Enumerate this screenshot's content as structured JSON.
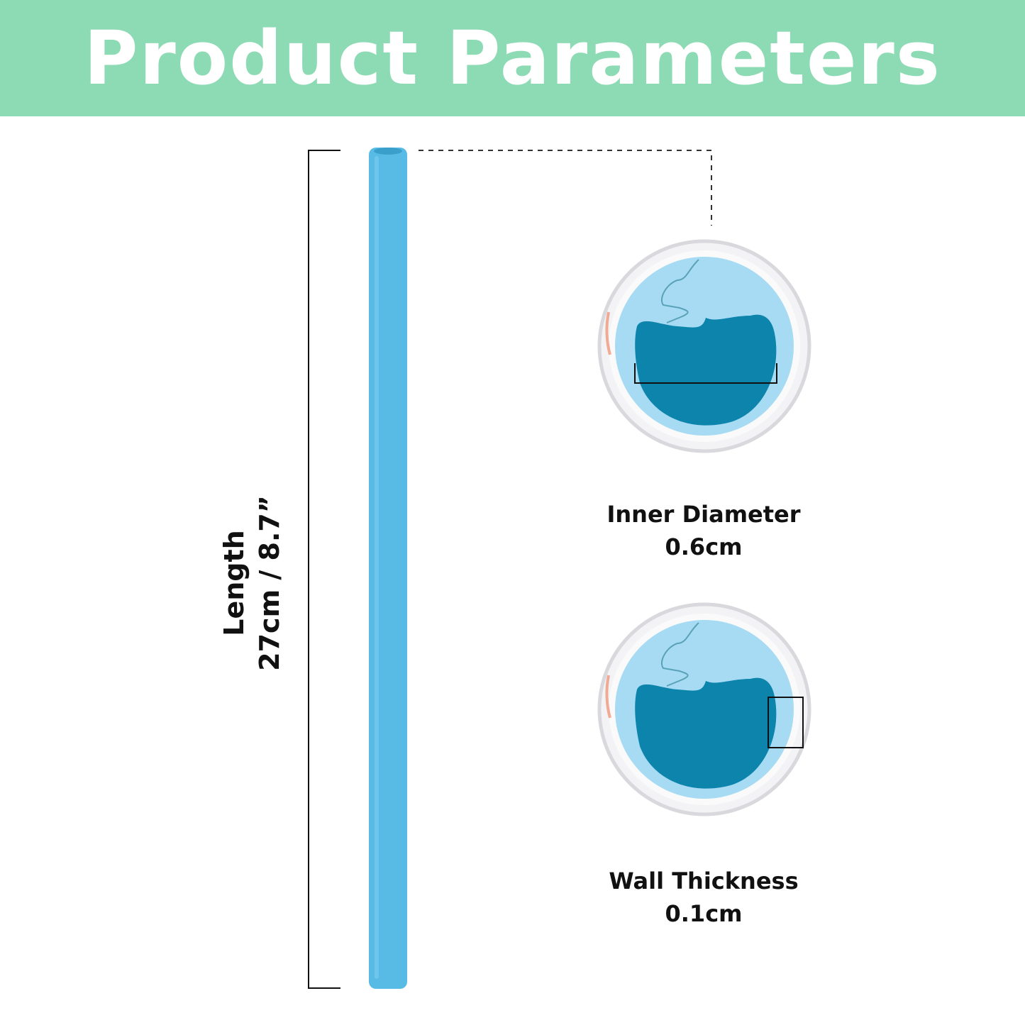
{
  "header": {
    "title": "Product Parameters",
    "background": "#8cdbb4"
  },
  "length": {
    "label": "Length",
    "value": "27cm / 8.7”"
  },
  "inner_diameter": {
    "label": "Inner Diameter",
    "value": "0.6cm"
  },
  "wall_thickness": {
    "label": "Wall Thickness",
    "value": "0.1cm"
  },
  "colors": {
    "straw": "#58bbe6",
    "straw_cross_section": "#a6dbf3",
    "straw_bore": "#0d84ab",
    "lens_rim": "#d9d9dd"
  }
}
